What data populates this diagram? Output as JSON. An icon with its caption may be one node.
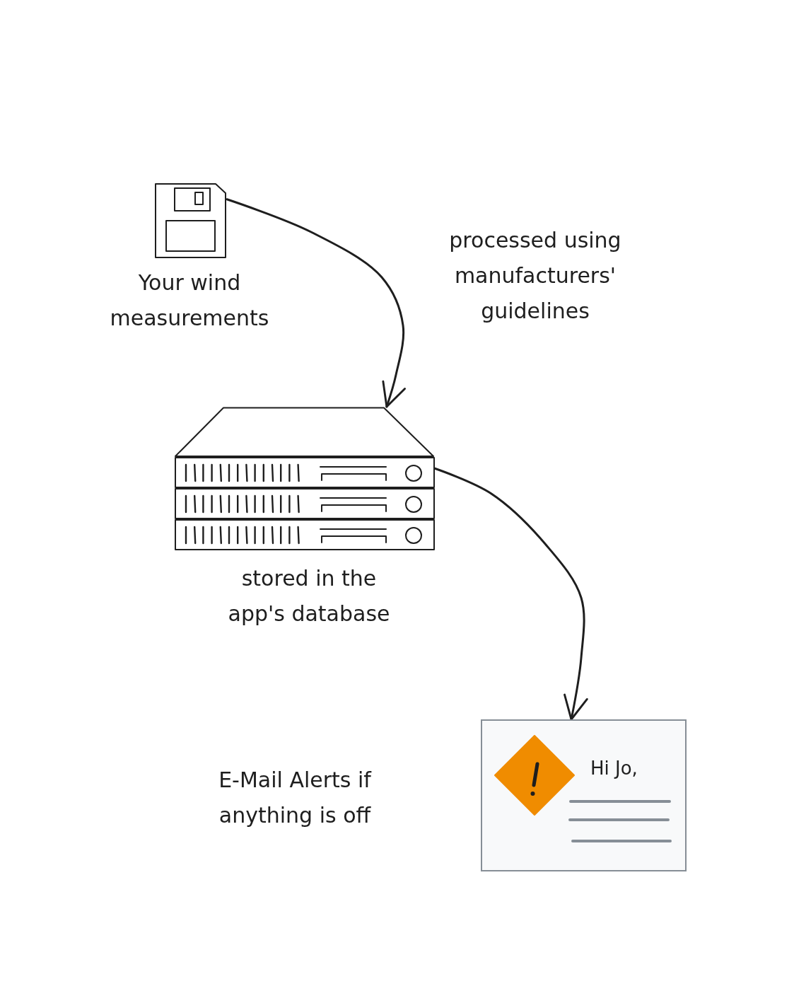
{
  "diagram": {
    "nodes": [
      {
        "text": [],
        "shape": "picture",
        "beside": [
          "Your wind measurements"
        ]
      },
      {
        "text": [],
        "shape": "picture",
        "beside": [
          "stored in the app's database"
        ]
      },
      {
        "text": [
          "Hi Jo,"
        ]
      }
    ],
    "edges": [
      {
        "from": 0,
        "to": 1,
        "arrow": "to",
        "label": "processed using manufacturers' guidelines"
      },
      {
        "from": 1,
        "to": 2,
        "arrow": "to"
      }
    ],
    "labels": [
      "E-Mail Alerts if anything is off"
    ]
  }
}
